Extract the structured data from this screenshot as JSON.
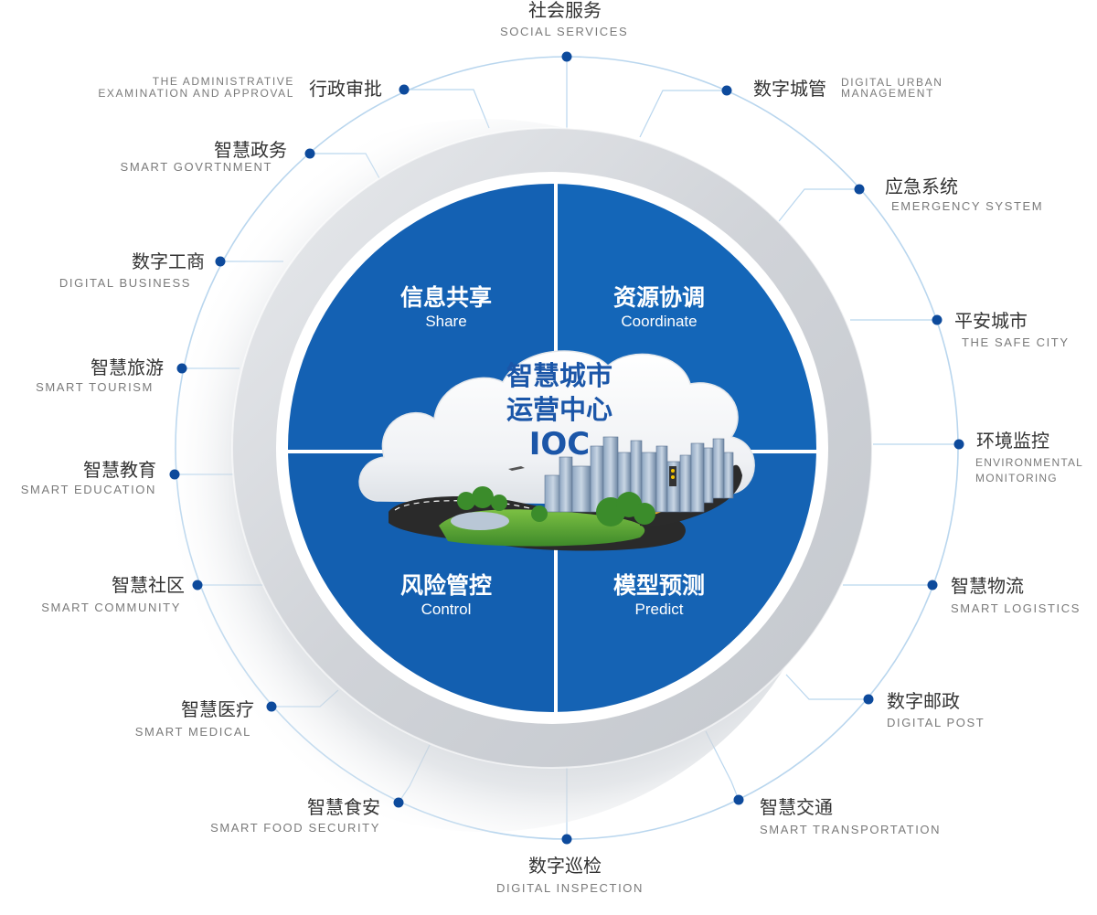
{
  "center": {
    "line1": "智慧城市",
    "line2": "运营中心",
    "line3": "IOC"
  },
  "quadrants": {
    "top_left": {
      "cn": "信息共享",
      "en": "Share"
    },
    "top_right": {
      "cn": "资源协调",
      "en": "Coordinate"
    },
    "bottom_left": {
      "cn": "风险管控",
      "en": "Control"
    },
    "bottom_right": {
      "cn": "模型预测",
      "en": "Predict"
    }
  },
  "services": {
    "social_services": {
      "cn": "社会服务",
      "en": "SOCIAL SERVICES"
    },
    "digital_urban": {
      "cn": "数字城管",
      "en1": "DIGITAL URBAN",
      "en2": "MANAGEMENT"
    },
    "emergency": {
      "cn": "应急系统",
      "en": "EMERGENCY SYSTEM"
    },
    "safe_city": {
      "cn": "平安城市",
      "en": "THE SAFE CITY"
    },
    "environmental": {
      "cn": "环境监控",
      "en1": "ENVIRONMENTAL",
      "en2": "MONITORING"
    },
    "logistics": {
      "cn": "智慧物流",
      "en": "SMART LOGISTICS"
    },
    "post": {
      "cn": "数字邮政",
      "en": "DIGITAL POST"
    },
    "transportation": {
      "cn": "智慧交通",
      "en": "SMART TRANSPORTATION"
    },
    "inspection": {
      "cn": "数字巡检",
      "en": "DIGITAL INSPECTION"
    },
    "food_security": {
      "cn": "智慧食安",
      "en": "SMART FOOD SECURITY"
    },
    "medical": {
      "cn": "智慧医疗",
      "en": "SMART MEDICAL"
    },
    "community": {
      "cn": "智慧社区",
      "en": "SMART COMMUNITY"
    },
    "education": {
      "cn": "智慧教育",
      "en": "SMART EDUCATION"
    },
    "tourism": {
      "cn": "智慧旅游",
      "en": "SMART TOURISM"
    },
    "business": {
      "cn": "数字工商",
      "en": "DIGITAL BUSINESS"
    },
    "government": {
      "cn": "智慧政务",
      "en": "SMART GOVRTNMENT"
    },
    "approval": {
      "cn": "行政审批",
      "en1": "THE ADMINISTRATIVE",
      "en2": "EXAMINATION AND APPROVAL"
    }
  },
  "colors": {
    "primary_blue": "#1461b3",
    "dot_blue": "#0d4a9c",
    "ring_line": "#b9d6ee",
    "ring_gray": "#d4d6da",
    "title_blue": "#1b56a8"
  }
}
